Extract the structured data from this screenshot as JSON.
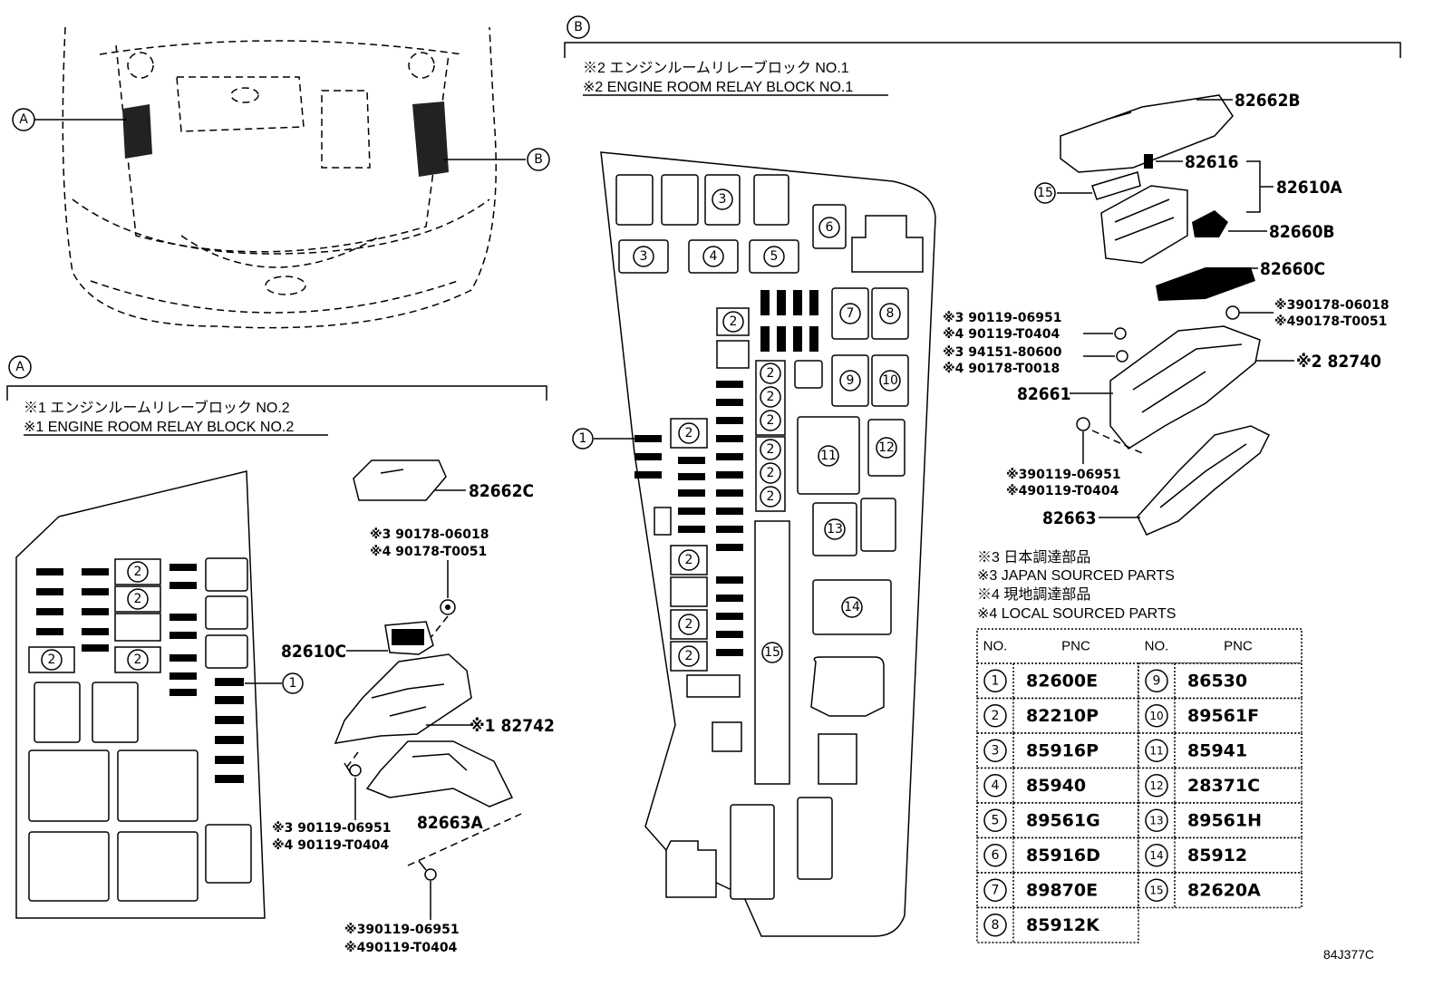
{
  "markers": {
    "a": "A",
    "b": "B"
  },
  "section_a": {
    "title_jp": "※1 エンジンルームリレーブロック NO.2",
    "title_en": "※1 ENGINE ROOM RELAY BLOCK NO.2",
    "parts": {
      "cover": "82662C",
      "nut_jp": "※3 90178-06018",
      "nut_local": "※4 90178-T0051",
      "relay_block": "82610C",
      "bracket": "※1 82742",
      "bracket2": "82663A",
      "bolt1_jp": "※3 90119-06951",
      "bolt1_local": "※4 90119-T0404",
      "bolt2_jp": "※390119-06951",
      "bolt2_local": "※490119-T0404"
    }
  },
  "section_b": {
    "title_jp": "※2 エンジンルームリレーブロック NO.1",
    "title_en": "※2 ENGINE ROOM RELAY BLOCK NO.1",
    "parts": {
      "cover": "82662B",
      "p82616": "82616",
      "p82610a": "82610A",
      "p82660b": "82660B",
      "p82660c": "82660C",
      "nut_jp": "※390178-06018",
      "nut_local": "※490178-T0051",
      "screw_jp": "※3 90119-06951",
      "screw_local": "※4 90119-T0404",
      "clip_jp": "※3 94151-80600",
      "clip_local": "※4 90178-T0018",
      "bracket": "※2 82740",
      "p82661": "82661",
      "bolt_jp": "※390119-06951",
      "bolt_local": "※490119-T0404",
      "p82663": "82663"
    }
  },
  "legend": {
    "jp_sourced_jp": "※3 日本調達部品",
    "jp_sourced_en": "※3 JAPAN SOURCED PARTS",
    "local_jp": "※4 現地調達部品",
    "local_en": "※4 LOCAL SOURCED PARTS"
  },
  "table": {
    "headers": [
      "NO.",
      "PNC",
      "NO.",
      "PNC"
    ],
    "rows": [
      {
        "no": "1",
        "pnc": "82600E"
      },
      {
        "no": "2",
        "pnc": "82210P"
      },
      {
        "no": "3",
        "pnc": "85916P"
      },
      {
        "no": "4",
        "pnc": "85940"
      },
      {
        "no": "5",
        "pnc": "89561G"
      },
      {
        "no": "6",
        "pnc": "85916D"
      },
      {
        "no": "7",
        "pnc": "89870E"
      },
      {
        "no": "8",
        "pnc": "85912K"
      },
      {
        "no": "9",
        "pnc": "86530"
      },
      {
        "no": "10",
        "pnc": "89561F"
      },
      {
        "no": "11",
        "pnc": "85941"
      },
      {
        "no": "12",
        "pnc": "28371C"
      },
      {
        "no": "13",
        "pnc": "89561H"
      },
      {
        "no": "14",
        "pnc": "85912"
      },
      {
        "no": "15",
        "pnc": "82620A"
      }
    ]
  },
  "callouts": {
    "c1": "1",
    "c2": "2",
    "c3": "3",
    "c4": "4",
    "c5": "5",
    "c6": "6",
    "c7": "7",
    "c8": "8",
    "c9": "9",
    "c10": "10",
    "c11": "11",
    "c12": "12",
    "c13": "13",
    "c14": "14",
    "c15": "15"
  },
  "figure_code": "84J377C"
}
